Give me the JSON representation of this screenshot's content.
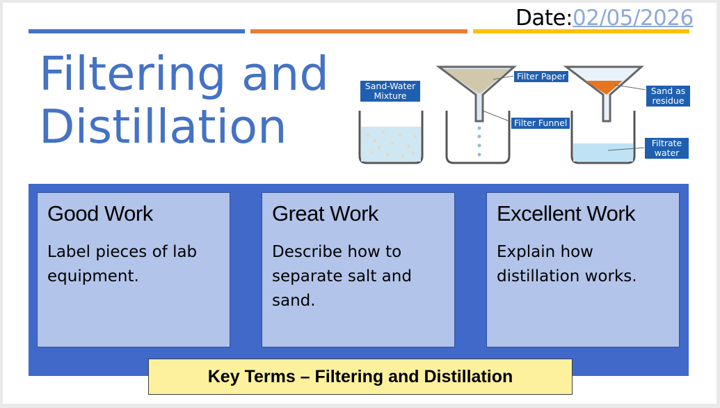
{
  "colors": {
    "bar1": "#4472c4",
    "bar2": "#ed7d31",
    "bar3": "#ffc000",
    "title": "#4472c4",
    "panel": "#4169c9",
    "card": "#b3c4ea",
    "keyterms_bg": "#fdf19d"
  },
  "date": {
    "label": "Date:",
    "value": "02/05/2026"
  },
  "title": {
    "line1": "Filtering and",
    "line2": "Distillation"
  },
  "diagram": {
    "labels": {
      "mixture": "Sand-Water Mixture",
      "filter_paper": "Filter Paper",
      "filter_funnel": "Filter Funnel",
      "sand_residue": "Sand as residue",
      "filtrate_water": "Filtrate water"
    }
  },
  "cards": [
    {
      "heading": "Good Work",
      "body": "Label pieces of lab equipment."
    },
    {
      "heading": "Great Work",
      "body": "Describe how to separate salt and sand."
    },
    {
      "heading": "Excellent Work",
      "body": "Explain how distillation works."
    }
  ],
  "key_terms": "Key Terms – Filtering and Distillation"
}
